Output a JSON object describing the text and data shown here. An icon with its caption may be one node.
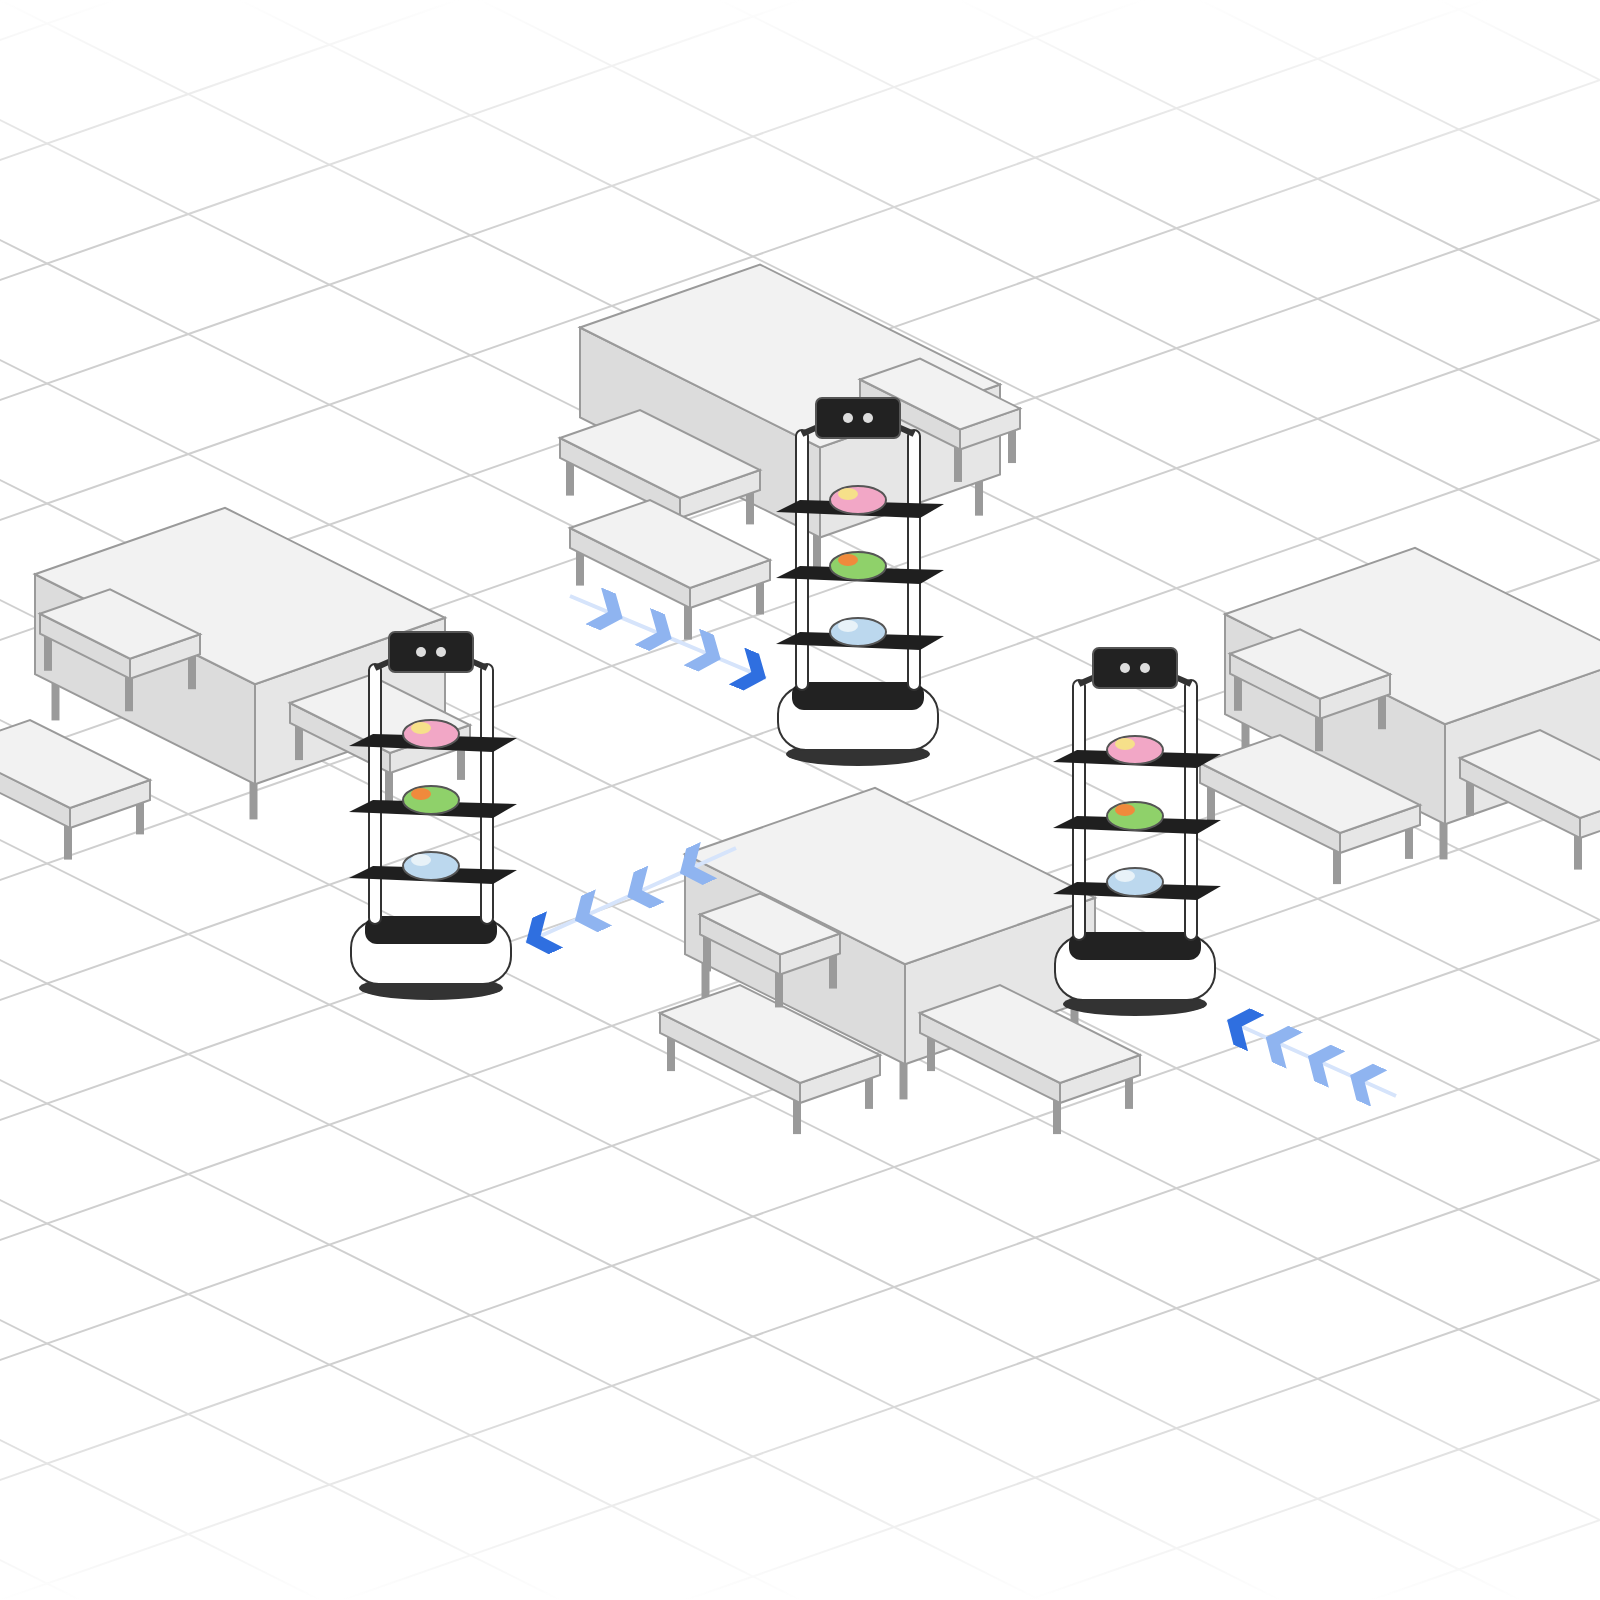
{
  "diagram": {
    "nodes": [
      {
        "text": [],
        "shape": "picture"
      },
      {
        "text": [],
        "shape": "picture"
      },
      {
        "text": [],
        "shape": "picture"
      }
    ],
    "edges": [
      {
        "from": null,
        "to": 0,
        "arrow": "to"
      },
      {
        "from": null,
        "to": 1,
        "arrow": "to"
      },
      {
        "from": null,
        "to": 2,
        "arrow": "to"
      }
    ]
  }
}
